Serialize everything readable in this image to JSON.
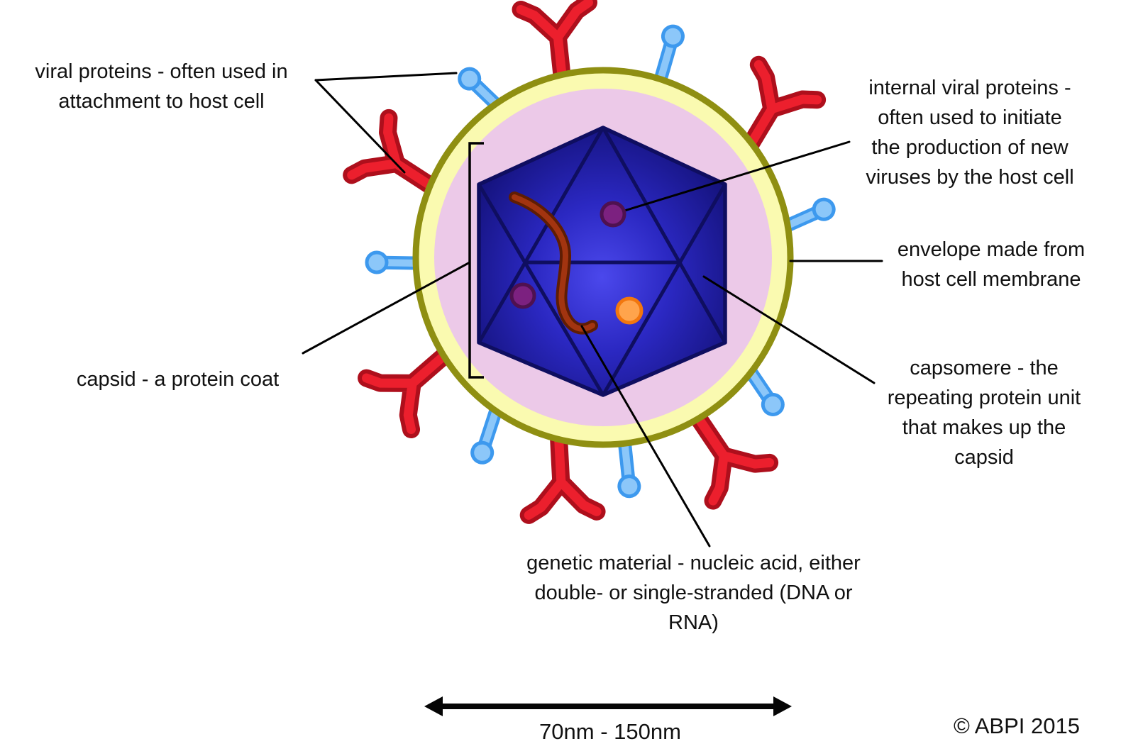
{
  "diagram": {
    "subject": "enveloped virus structure",
    "labels": {
      "viral_proteins": "viral proteins - often used in\nattachment to host cell",
      "internal_viral_proteins": "internal viral proteins -\noften used to initiate\nthe production of new\nviruses by the host cell",
      "envelope": "envelope made from\nhost cell membrane",
      "capsomere": "capsomere - the\nrepeating protein unit\nthat makes up the\ncapsid",
      "capsid": "capsid - a protein coat",
      "genetic_material": "genetic material - nucleic acid, either\ndouble- or single-stranded (DNA or\nRNA)",
      "scale": "70nm - 150nm",
      "copyright": "© ABPI 2015"
    },
    "colors": {
      "background": "#FFFFFF",
      "envelope_fill": "#FAFAB0",
      "envelope_border": "#8F8F12",
      "membrane_pink": "#ECC9E8",
      "capsid_blue_center": "#4B48EC",
      "capsid_blue_edge": "#131178",
      "capsid_outline": "#0F0E60",
      "spike_red_fill": "#EC1F2D",
      "spike_red_border": "#AE0F1C",
      "spike_blue_fill": "#8CC7F9",
      "spike_blue_border": "#3D99EE",
      "genetic_material_dark": "#5F1D03",
      "genetic_material_light": "#A23410",
      "internal_protein_purple": "#7C2180",
      "protein_orange": "#FFA44C",
      "text": "#111111"
    },
    "parts": [
      "red-y-surface-protein-icon",
      "blue-pin-surface-protein-icon",
      "envelope-ring",
      "membrane-circle",
      "capsid-hexagon",
      "genetic-material-squiggle",
      "internal-protein-dot",
      "orange-protein-dot",
      "capsid-bracket",
      "scale-arrow"
    ]
  }
}
